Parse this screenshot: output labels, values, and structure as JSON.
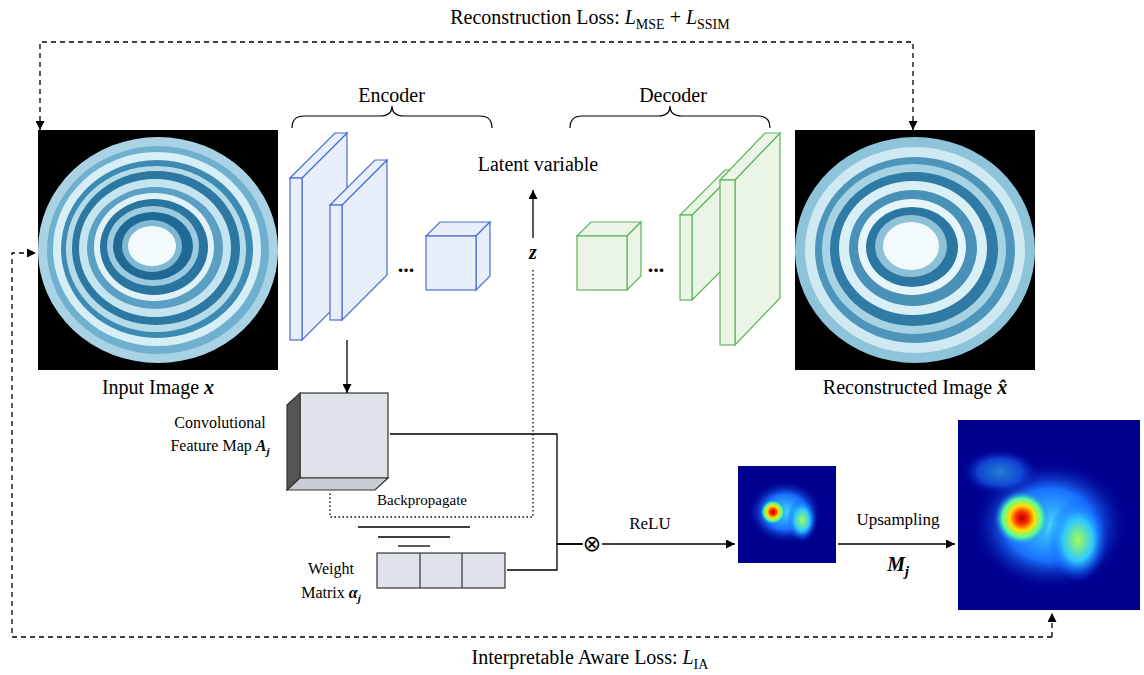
{
  "diagram": {
    "nodes": [
      {
        "text": [
          "Input Image",
          "x"
        ]
      },
      {
        "text": [
          "Encoder"
        ]
      },
      {
        "text": [
          "Decoder"
        ]
      },
      {
        "text": [
          "Reconstructed Image",
          "x̂"
        ]
      },
      {
        "text": [
          "Convolutional Feature Map",
          "A",
          "j"
        ]
      },
      {
        "text": [
          "Weight Matrix",
          "α",
          "j"
        ]
      },
      {
        "text": [
          "⊗"
        ]
      }
    ],
    "edges": [
      {
        "from": 0,
        "to": 3,
        "arrow": "both"
      },
      {
        "from": 1,
        "to": 4,
        "arrow": "to"
      },
      {
        "from": 4,
        "to": 6,
        "arrow": "none"
      },
      {
        "from": 5,
        "to": 6,
        "arrow": "none"
      }
    ],
    "labels": [
      "Reconstruction Loss:",
      "L",
      "MSE",
      "+",
      "L",
      "SSIM",
      "Latent variable",
      "z",
      "Backpropagate",
      "ReLU",
      "Upsampling",
      "M",
      "j",
      "Interpretable Aware Loss:",
      "L",
      "IA",
      "...",
      "..."
    ]
  }
}
